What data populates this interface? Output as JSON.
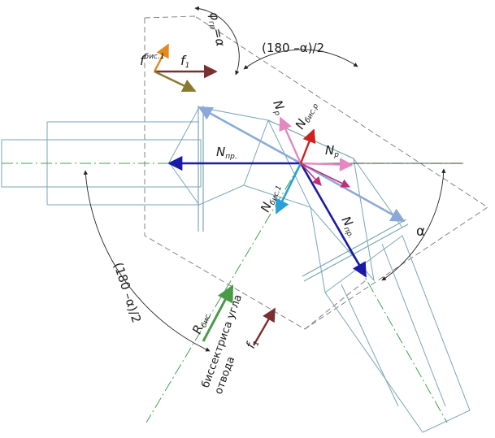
{
  "labels": {
    "f_bis_1": "f",
    "f_bis_1_sub": "бис.1",
    "f1_top": "f",
    "f1_top_sub": "1",
    "phi_gr": "φ",
    "phi_gr_sub": "гр",
    "phi_gr_eq": "=α",
    "angle_half_top": "(180 –α)/2",
    "angle_half_left": "(180 –α)/2",
    "alpha": "α",
    "N_r_top": "N",
    "N_r_top_sub": "р",
    "N_bis_r": "N",
    "N_bis_r_sub": "бис.р",
    "N_r_right": "N",
    "N_r_right_sub": "р",
    "N_pr_left": "N",
    "N_pr_left_sub": "пр.",
    "N_bis_1": "N",
    "N_bis_1_sub": "бис.1",
    "N_pr_down": "N",
    "N_pr_down_sub": "пр.",
    "R_bis": "R",
    "R_bis_sub": "бис.",
    "bisector_line1": "биссектриса угла",
    "bisector_line2": "отвода",
    "f1_bottom": "f",
    "f1_bottom_sub": "1"
  },
  "colors": {
    "outline": "#7aa6b4",
    "dashed": "#777777",
    "axis": "#3fa34d",
    "N_pr": "#1a1aa8",
    "N_bis_1": "#2aa0d8",
    "N_r": "#e488bf",
    "N_bis_r": "#d02020",
    "pipe_axis": "#8aa8d8",
    "f_bis": "#e08a20",
    "f1": "#7a3030",
    "f_res": "#8a7a30",
    "R_bis": "#4a9a4a"
  }
}
